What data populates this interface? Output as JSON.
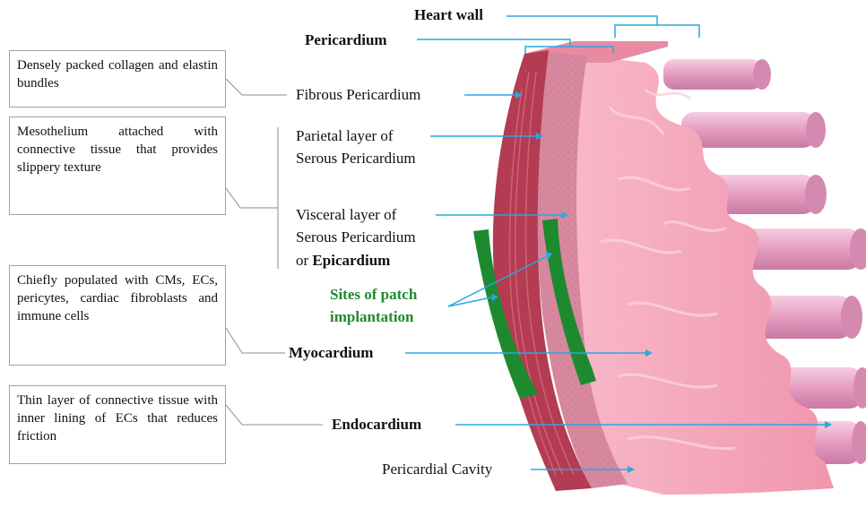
{
  "boxes": {
    "pericardium_desc": "Densely packed collagen and elastin bundles",
    "serous_desc": "Mesothelium attached with connective tissue that provides slippery texture",
    "myocardium_desc": "Chiefly populated with CMs, ECs, pericytes, cardiac fibroblasts and immune cells",
    "endocardium_desc": "Thin layer of connective tissue with inner lining of ECs that reduces friction"
  },
  "labels": {
    "heart_wall": "Heart wall",
    "pericardium": "Pericardium",
    "fibrous_pericardium": "Fibrous Pericardium",
    "parietal_line1": "Parietal layer of",
    "parietal_line2": "Serous Pericardium",
    "visceral_line1": "Visceral layer of",
    "visceral_line2": "Serous Pericardium",
    "visceral_line3_prefix": "or ",
    "visceral_line3_bold": "Epicardium",
    "patch_line1": "Sites of patch",
    "patch_line2": "implantation",
    "myocardium": "Myocardium",
    "endocardium": "Endocardium",
    "pericardial_cavity": "Pericardial Cavity"
  },
  "colors": {
    "arrow": "#29a8e0",
    "connector": "#8e8e8e",
    "patch": "#1e8a2f",
    "myocardium": "#f2a3b8",
    "fibrous": "#b0394d",
    "serous": "#d27d92",
    "tube": "#e7a6c6"
  }
}
